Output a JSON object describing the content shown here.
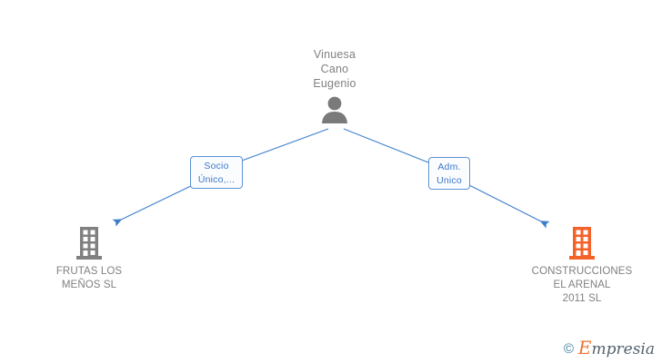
{
  "graph": {
    "person": {
      "name": "Vinuesa\nCano\nEugenio",
      "icon": "person-icon"
    },
    "relations": [
      {
        "id": "left",
        "label": "Socio\nÚnico,...",
        "icon": "relation-label-box"
      },
      {
        "id": "right",
        "label": "Adm.\nUnico",
        "icon": "relation-label-box"
      }
    ],
    "companies": [
      {
        "id": "left",
        "name": "FRUTAS LOS\nMEÑOS SL",
        "icon": "building-icon",
        "color": "#808080"
      },
      {
        "id": "right",
        "name": "CONSTRUCCIONES\nEL ARENAL\n2011 SL",
        "icon": "building-icon",
        "color": "#f4622a"
      }
    ]
  },
  "watermark": {
    "copyright": "©",
    "brand_cap": "E",
    "brand_rest": "mpresia"
  },
  "colors": {
    "edge": "#3d7ecb",
    "label_border": "#5b93d6",
    "label_text": "#3c78c8",
    "node_text": "#808080",
    "company_left_icon": "#808080",
    "company_right_icon": "#f4622a",
    "background": "#ffffff"
  }
}
